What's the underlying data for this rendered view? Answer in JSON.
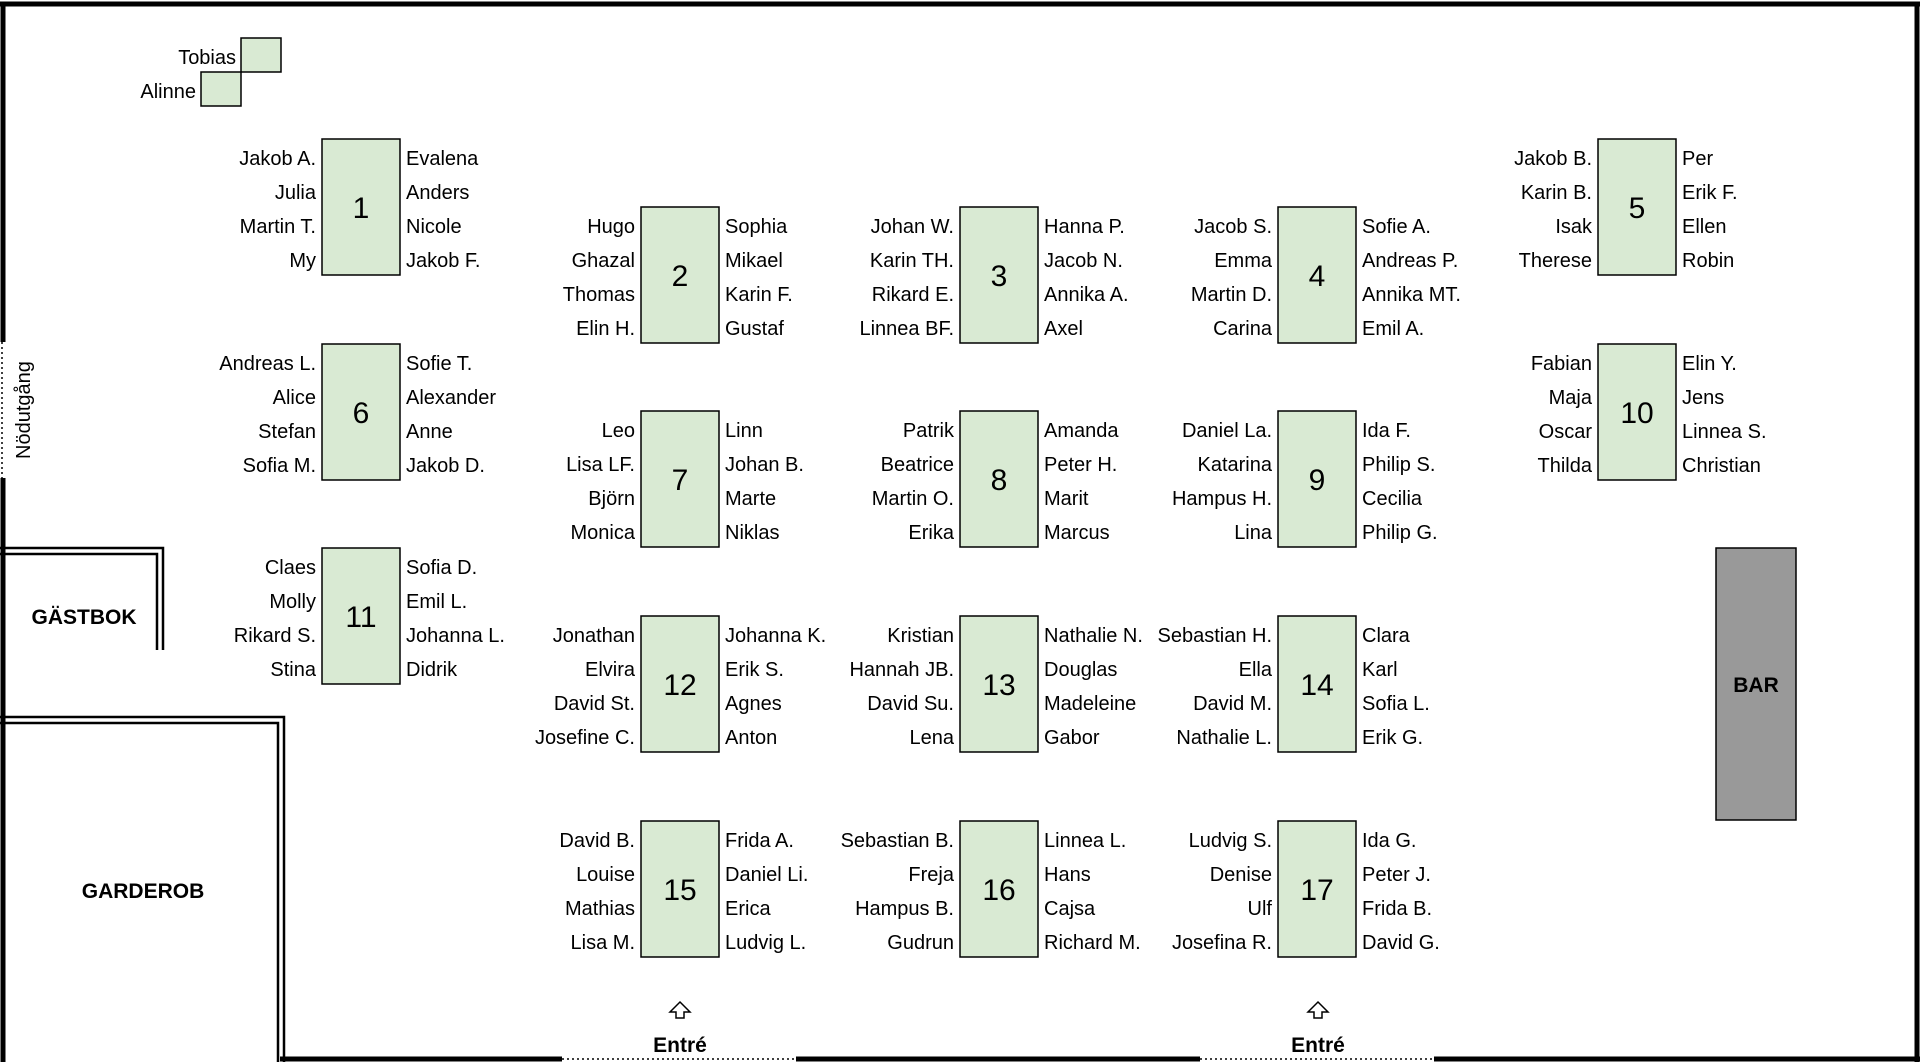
{
  "colors": {
    "table_fill": "#d9ead3",
    "bar_fill": "#999999",
    "wall": "#000000",
    "outline": "#000000"
  },
  "rooms": {
    "guestbook": "GÄSTBOK",
    "cloakroom": "GARDEROB",
    "bar": "BAR",
    "emergency_exit": "Nödutgång",
    "entrance_left": "Entré",
    "entrance_right": "Entré",
    "entrance_icon": "arrow-up-icon"
  },
  "head_seats": [
    {
      "name": "Tobias"
    },
    {
      "name": "Alinne"
    }
  ],
  "tables": [
    {
      "number": "1",
      "left": [
        "Jakob A.",
        "Julia",
        "Martin T.",
        "My"
      ],
      "right": [
        "Evalena",
        "Anders",
        "Nicole",
        "Jakob F."
      ]
    },
    {
      "number": "2",
      "left": [
        "Hugo",
        "Ghazal",
        "Thomas",
        "Elin H."
      ],
      "right": [
        "Sophia",
        "Mikael",
        "Karin F.",
        "Gustaf"
      ]
    },
    {
      "number": "3",
      "left": [
        "Johan W.",
        "Karin TH.",
        "Rikard E.",
        "Linnea BF."
      ],
      "right": [
        "Hanna P.",
        "Jacob N.",
        "Annika A.",
        "Axel"
      ]
    },
    {
      "number": "4",
      "left": [
        "Jacob S.",
        "Emma",
        "Martin D.",
        "Carina"
      ],
      "right": [
        "Sofie A.",
        "Andreas P.",
        "Annika MT.",
        "Emil A."
      ]
    },
    {
      "number": "5",
      "left": [
        "Jakob B.",
        "Karin B.",
        "Isak",
        "Therese"
      ],
      "right": [
        "Per",
        "Erik F.",
        "Ellen",
        "Robin"
      ]
    },
    {
      "number": "6",
      "left": [
        "Andreas L.",
        "Alice",
        "Stefan",
        "Sofia M."
      ],
      "right": [
        "Sofie T.",
        "Alexander",
        "Anne",
        "Jakob D."
      ]
    },
    {
      "number": "7",
      "left": [
        "Leo",
        "Lisa LF.",
        "Björn",
        "Monica"
      ],
      "right": [
        "Linn",
        "Johan B.",
        "Marte",
        "Niklas"
      ]
    },
    {
      "number": "8",
      "left": [
        "Patrik",
        "Beatrice",
        "Martin O.",
        "Erika"
      ],
      "right": [
        "Amanda",
        "Peter H.",
        "Marit",
        "Marcus"
      ]
    },
    {
      "number": "9",
      "left": [
        "Daniel La.",
        "Katarina",
        "Hampus H.",
        "Lina"
      ],
      "right": [
        "Ida F.",
        "Philip S.",
        "Cecilia",
        "Philip G."
      ]
    },
    {
      "number": "10",
      "left": [
        "Fabian",
        "Maja",
        "Oscar",
        "Thilda"
      ],
      "right": [
        "Elin Y.",
        "Jens",
        "Linnea S.",
        "Christian"
      ]
    },
    {
      "number": "11",
      "left": [
        "Claes",
        "Molly",
        "Rikard S.",
        "Stina"
      ],
      "right": [
        "Sofia D.",
        "Emil L.",
        "Johanna L.",
        "Didrik"
      ]
    },
    {
      "number": "12",
      "left": [
        "Jonathan",
        "Elvira",
        "David St.",
        "Josefine C."
      ],
      "right": [
        "Johanna K.",
        "Erik S.",
        "Agnes",
        "Anton"
      ]
    },
    {
      "number": "13",
      "left": [
        "Kristian",
        "Hannah JB.",
        "David Su.",
        "Lena"
      ],
      "right": [
        "Nathalie N.",
        "Douglas",
        "Madeleine",
        "Gabor"
      ]
    },
    {
      "number": "14",
      "left": [
        "Sebastian H.",
        "Ella",
        "David M.",
        "Nathalie L."
      ],
      "right": [
        "Clara",
        "Karl",
        "Sofia L.",
        "Erik G."
      ]
    },
    {
      "number": "15",
      "left": [
        "David B.",
        "Louise",
        "Mathias",
        "Lisa M."
      ],
      "right": [
        "Frida A.",
        "Daniel Li.",
        "Erica",
        "Ludvig L."
      ]
    },
    {
      "number": "16",
      "left": [
        "Sebastian B.",
        "Freja",
        "Hampus B.",
        "Gudrun"
      ],
      "right": [
        "Linnea L.",
        "Hans",
        "Cajsa",
        "Richard M."
      ]
    },
    {
      "number": "17",
      "left": [
        "Ludvig S.",
        "Denise",
        "Ulf",
        "Josefina R."
      ],
      "right": [
        "Ida G.",
        "Peter J.",
        "Frida B.",
        "David G."
      ]
    }
  ]
}
